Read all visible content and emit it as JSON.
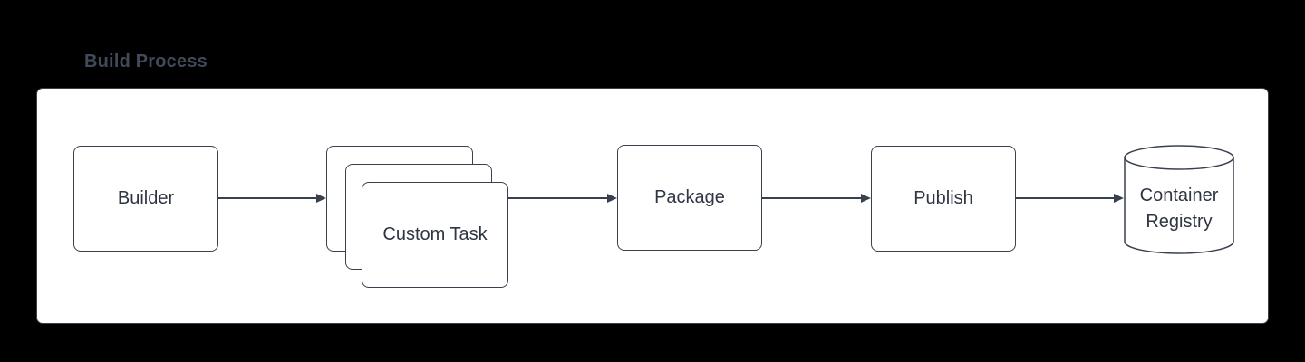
{
  "title": "Build Process",
  "colors": {
    "page_background": "#000000",
    "canvas_background": "#ffffff",
    "stroke": "#39414f",
    "node_text": "#2f3542",
    "title_text": "#414a59"
  },
  "nodes": {
    "builder": {
      "label": "Builder",
      "shape": "rectangle"
    },
    "custom_task": {
      "label": "Custom Task",
      "shape": "stacked-rectangles",
      "stack_count": 3
    },
    "package": {
      "label": "Package",
      "shape": "rectangle"
    },
    "publish": {
      "label": "Publish",
      "shape": "rectangle"
    },
    "container_registry": {
      "label": "Container Registry",
      "shape": "cylinder"
    }
  },
  "edges": [
    {
      "from": "builder",
      "to": "custom_task"
    },
    {
      "from": "custom_task",
      "to": "package"
    },
    {
      "from": "package",
      "to": "publish"
    },
    {
      "from": "publish",
      "to": "container_registry"
    }
  ]
}
